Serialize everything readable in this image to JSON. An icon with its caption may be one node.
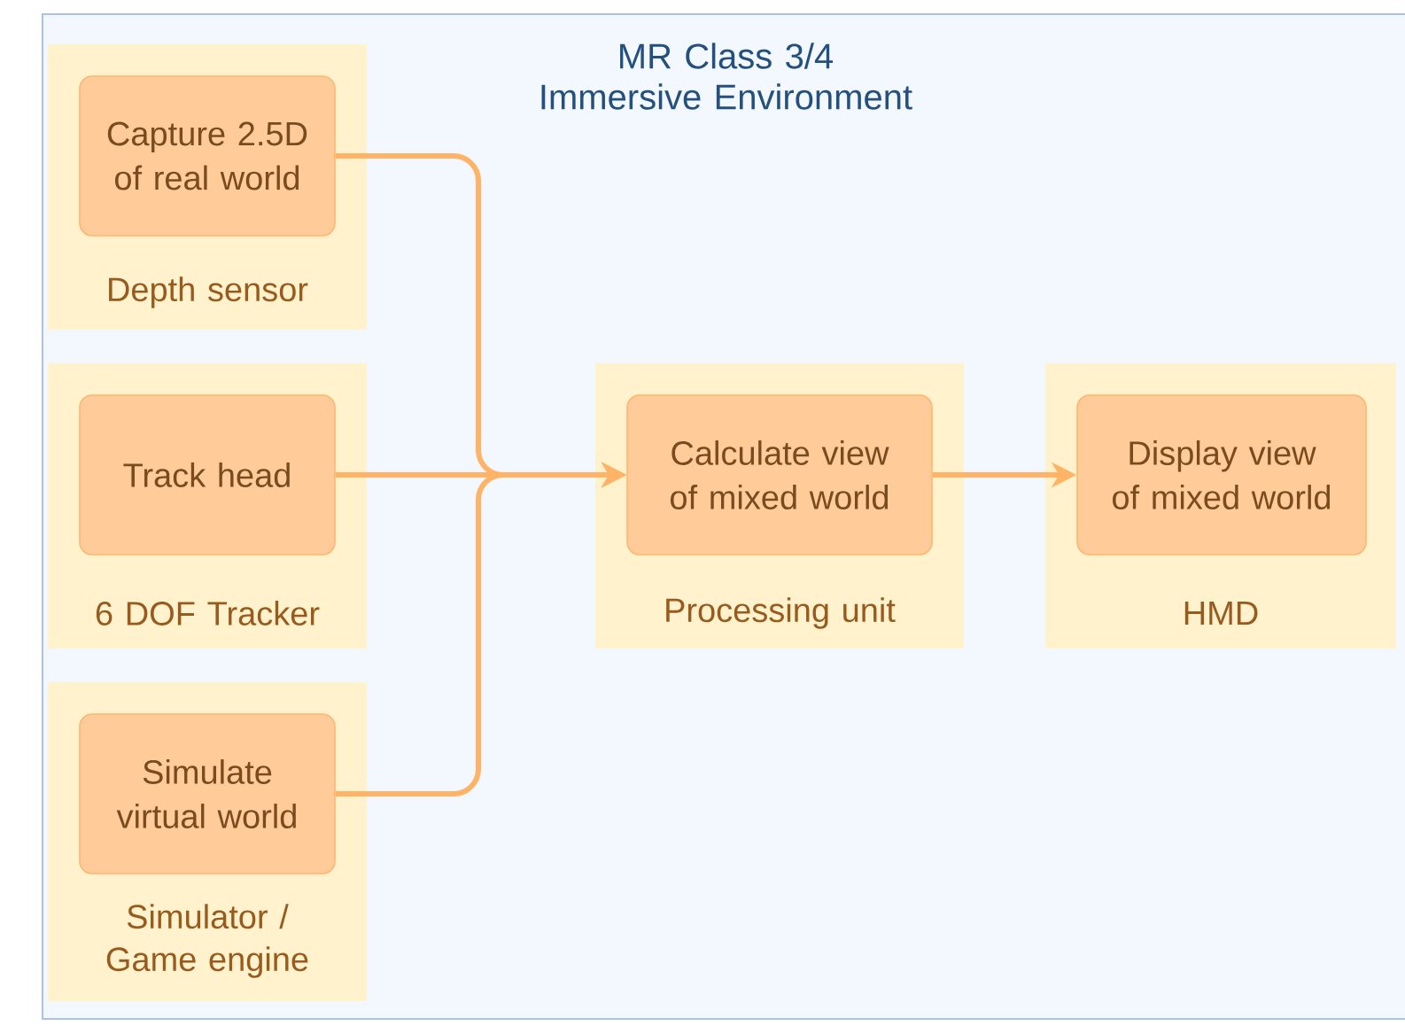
{
  "diagram": {
    "nodes": [
      {
        "text": [
          "MR Class 3/4 Immersive Environment"
        ]
      },
      {
        "text": [
          "Depth sensor"
        ],
        "in": 0
      },
      {
        "text": [
          "Capture 2.5D of real world"
        ],
        "in": 1
      },
      {
        "text": [
          "6 DOF Tracker"
        ],
        "in": 0
      },
      {
        "text": [
          "Track head"
        ],
        "in": 3
      },
      {
        "text": [
          "Simulator / Game engine"
        ],
        "in": 0
      },
      {
        "text": [
          "Simulate virtual world"
        ],
        "in": 5
      },
      {
        "text": [
          "Processing unit"
        ],
        "in": 0
      },
      {
        "text": [
          "Calculate view of mixed world"
        ],
        "in": 7
      },
      {
        "text": [
          "HMD"
        ],
        "in": 0
      },
      {
        "text": [
          "Display view of mixed world"
        ],
        "in": 9
      }
    ],
    "edges": [
      {
        "from": 2,
        "to": 8,
        "arrow": "to"
      },
      {
        "from": 4,
        "to": 8,
        "arrow": "to"
      },
      {
        "from": 6,
        "to": 8,
        "arrow": "to"
      },
      {
        "from": 8,
        "to": 10,
        "arrow": "to"
      }
    ]
  }
}
